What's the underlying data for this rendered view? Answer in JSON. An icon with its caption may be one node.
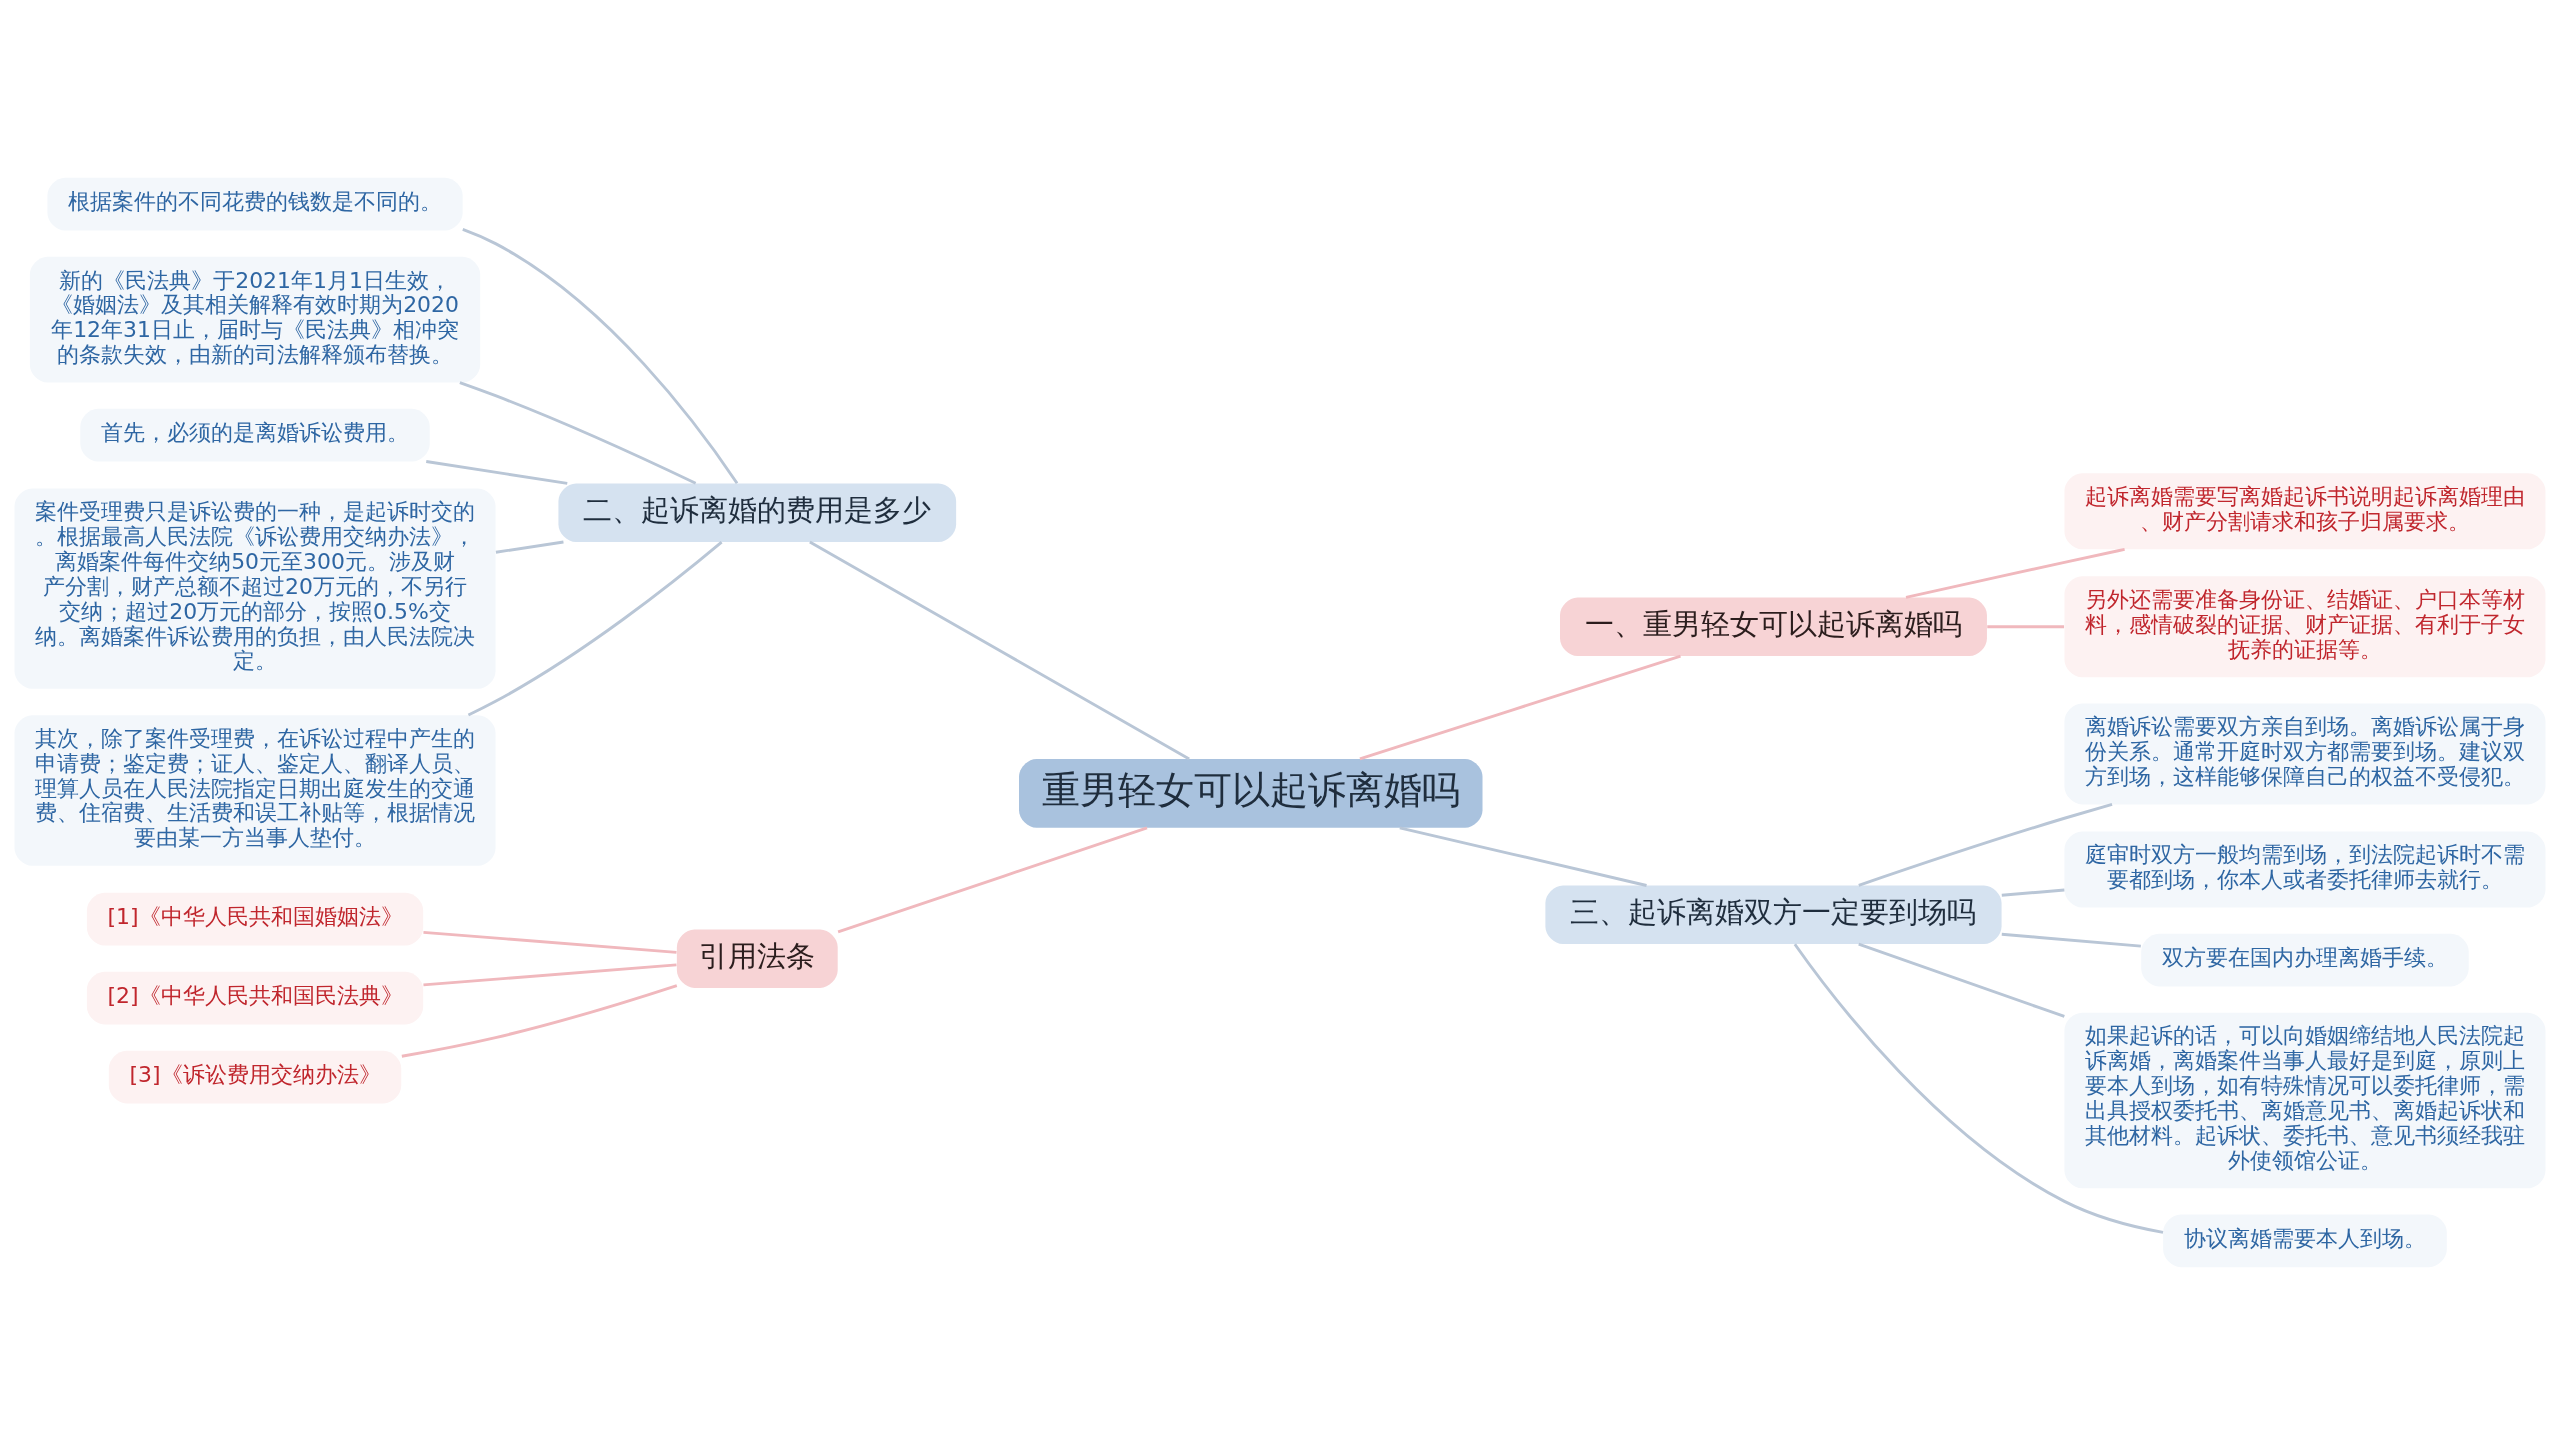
{
  "diagram": {
    "nodes": [
      {
        "text": [
          "重男轻女可以起诉离婚吗"
        ]
      },
      {
        "text": [
          "二、起诉离婚的费用是多少"
        ]
      },
      {
        "text": [
          "根据案件的不同花费的钱数是不同的。"
        ]
      },
      {
        "text": [
          "新的《民法典》于2021年1月1日生效，《婚姻法》及其相关解释有效时期为2020年12年31日止，届时与《民法典》相冲突的条款失效，由新的司法解释颁布替换。"
        ]
      },
      {
        "text": [
          "首先，必须的是离婚诉讼费用。"
        ]
      },
      {
        "text": [
          "案件受理费只是诉讼费的一种，是起诉时交的。根据最高人民法院《诉讼费用交纳办法》，离婚案件每件交纳50元至300元。涉及财产分割，财产总额不超过20万元的，不另行交纳；超过20万元的部分，按照0.5%交纳。离婚案件诉讼费用的负担，由人民法院决定。"
        ]
      },
      {
        "text": [
          "其次，除了案件受理费，在诉讼过程中产生的申请费；鉴定费；证人、鉴定人、翻译人员、理算人员在人民法院指定日期出庭发生的交通费、住宿费、生活费和误工补贴等，根据情况要由某一方当事人垫付。"
        ]
      },
      {
        "text": [
          "引用法条"
        ]
      },
      {
        "text": [
          "[1]《中华人民共和国婚姻法》"
        ]
      },
      {
        "text": [
          "[2]《中华人民共和国民法典》"
        ]
      },
      {
        "text": [
          "[3]《诉讼费用交纳办法》"
        ]
      },
      {
        "text": [
          "一、重男轻女可以起诉离婚吗"
        ]
      },
      {
        "text": [
          "起诉离婚需要写离婚起诉书说明起诉离婚理由、财产分割请求和孩子归属要求。"
        ]
      },
      {
        "text": [
          "另外还需要准备身份证、结婚证、户口本等材料，感情破裂的证据、财产证据、有利于子女抚养的证据等。"
        ]
      },
      {
        "text": [
          "三、起诉离婚双方一定要到场吗"
        ]
      },
      {
        "text": [
          "离婚诉讼需要双方亲自到场。离婚诉讼属于身份关系。通常开庭时双方都需要到场。建议双方到场，这样能够保障自己的权益不受侵犯。"
        ]
      },
      {
        "text": [
          "庭审时双方一般均需到场，到法院起诉时不需要都到场，你本人或者委托律师去就行。"
        ]
      },
      {
        "text": [
          "双方要在国内办理离婚手续。"
        ]
      },
      {
        "text": [
          "如果起诉的话，可以向婚姻缔结地人民法院起诉离婚，离婚案件当事人最好是到庭，原则上要本人到场，如有特殊情况可以委托律师，需出具授权委托书、离婚意见书、离婚起诉状和其他材料。起诉状、委托书、意见书须经我驻外使领馆公证。"
        ]
      },
      {
        "text": [
          "协议离婚需要本人到场。"
        ]
      }
    ],
    "edges": [
      {
        "from": 0,
        "to": 1,
        "arrow": "none"
      },
      {
        "from": 1,
        "to": 2,
        "arrow": "none"
      },
      {
        "from": 1,
        "to": 3,
        "arrow": "none"
      },
      {
        "from": 1,
        "to": 4,
        "arrow": "none"
      },
      {
        "from": 1,
        "to": 5,
        "arrow": "none"
      },
      {
        "from": 1,
        "to": 6,
        "arrow": "none"
      },
      {
        "from": 0,
        "to": 7,
        "arrow": "none",
        "color": "#f0b8bd"
      },
      {
        "from": 7,
        "to": 8,
        "arrow": "none",
        "color": "#f0b8bd"
      },
      {
        "from": 7,
        "to": 9,
        "arrow": "none",
        "color": "#f0b8bd"
      },
      {
        "from": 7,
        "to": 10,
        "arrow": "none",
        "color": "#f0b8bd"
      },
      {
        "from": 0,
        "to": 11,
        "arrow": "none",
        "color": "#f0b8bd"
      },
      {
        "from": 11,
        "to": 12,
        "arrow": "none",
        "color": "#f0b8bd"
      },
      {
        "from": 11,
        "to": 13,
        "arrow": "none",
        "color": "#f0b8bd"
      },
      {
        "from": 0,
        "to": 14,
        "arrow": "none"
      },
      {
        "from": 14,
        "to": 15,
        "arrow": "none"
      },
      {
        "from": 14,
        "to": 16,
        "arrow": "none"
      },
      {
        "from": 14,
        "to": 17,
        "arrow": "none"
      },
      {
        "from": 14,
        "to": 18,
        "arrow": "none"
      },
      {
        "from": 14,
        "to": 19,
        "arrow": "none"
      }
    ]
  }
}
